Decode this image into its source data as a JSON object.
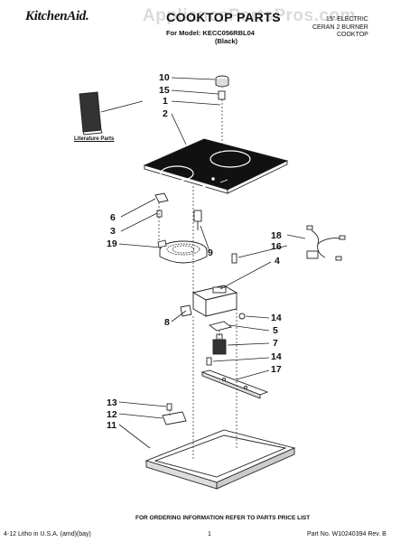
{
  "header": {
    "brand": "KitchenAid.",
    "title": "COOKTOP PARTS",
    "model_line": "For Model: KECC056RBL04",
    "color_line": "(Black)",
    "description": [
      "15\" ELECTRIC",
      "CERAN 2 BURNER",
      "COOKTOP"
    ],
    "watermark": "AppliancePartsPros.com"
  },
  "diagram": {
    "literature_label": "Literature Parts",
    "callouts": [
      "10",
      "15",
      "1",
      "2",
      "6",
      "3",
      "19",
      "9",
      "18",
      "16",
      "4",
      "8",
      "14",
      "5",
      "7",
      "14",
      "17",
      "13",
      "12",
      "11"
    ]
  },
  "footer": {
    "note": "FOR ORDERING INFORMATION REFER TO PARTS PRICE LIST",
    "left": "4-12 Litho in U.S.A. (amd)(bay)",
    "page": "1",
    "part_number": "Part No. W10240394 Rev. B"
  }
}
